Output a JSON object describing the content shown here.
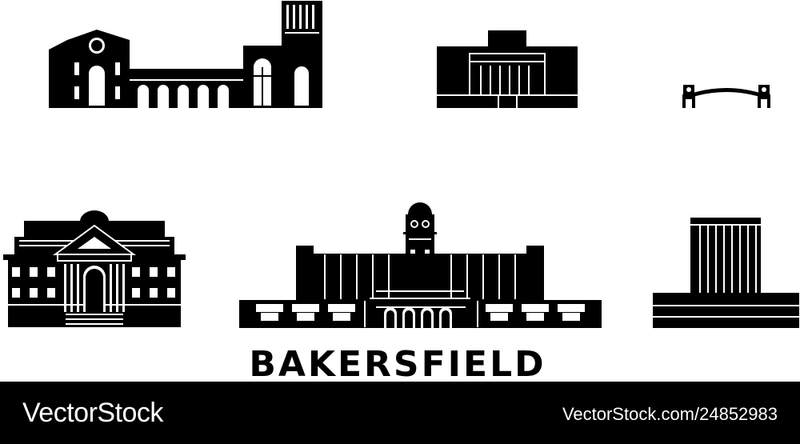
{
  "title": "BAKERSFIELD",
  "footer": {
    "brand": "VectorStock",
    "image_ref": "VectorStock.com/24852983"
  },
  "colors": {
    "ink": "#000000",
    "background": "#ffffff",
    "footer_bg": "#000000",
    "footer_text": "#ffffff"
  }
}
